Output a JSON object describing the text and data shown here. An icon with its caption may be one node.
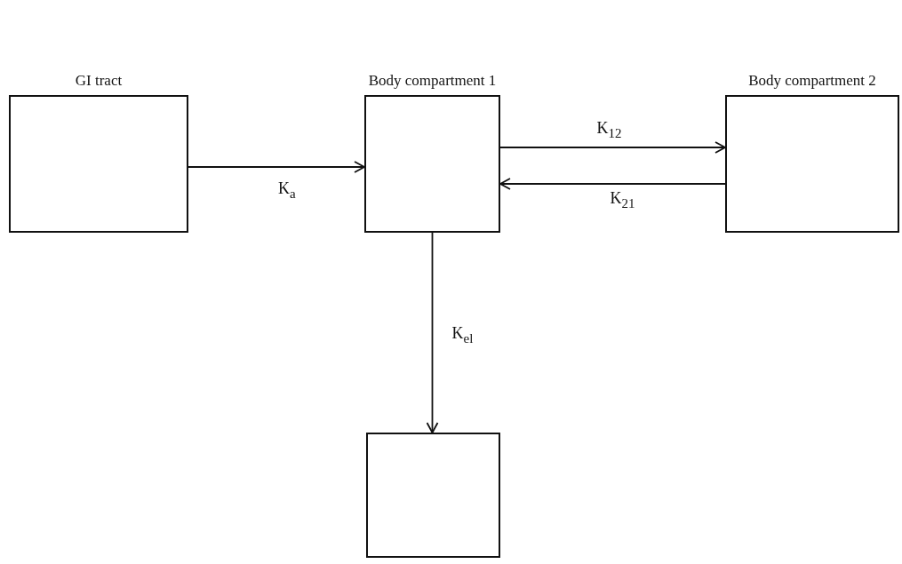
{
  "diagram": {
    "nodes": [
      {
        "text": [
          "GI tract"
        ]
      },
      {
        "text": [
          "Body compartment 1"
        ]
      },
      {
        "text": [
          "Body compartment 2"
        ]
      },
      {
        "text": [],
        "shape": "box"
      }
    ],
    "edges": [
      {
        "from": 0,
        "to": 1,
        "arrow": "to",
        "label": "K$_{a}$"
      },
      {
        "from": 1,
        "to": 2,
        "arrow": "to",
        "label": "K$_{12}$"
      },
      {
        "from": 2,
        "to": 1,
        "arrow": "to",
        "label": "K$_{21}$"
      },
      {
        "from": 1,
        "to": 3,
        "arrow": "to",
        "label": "K$_{el}$"
      }
    ]
  }
}
